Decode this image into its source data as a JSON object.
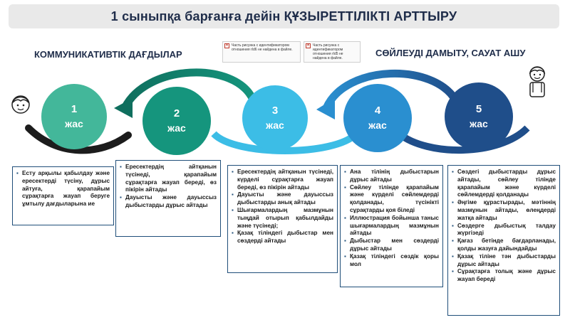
{
  "header": {
    "title": "1 сыныпқа барғанға дейін ҚҰЗЫРЕТТІЛІКТІ  АРТТЫРУ"
  },
  "subtitles": {
    "left": "КОММУНИКАТИВТІК ДАҒДЫЛАР",
    "right": "СӨЙЛЕУДІ ДАМЫТУ, САУАТ АШУ"
  },
  "broken_images": [
    "Часть рисунка с идентификатором отношения rId6 не найдена в файле.",
    "Часть рисунка с идентификатором отношения rId5 не найдена в файле."
  ],
  "stages": [
    {
      "num": "1",
      "unit": "жас",
      "color": "#43b79a"
    },
    {
      "num": "2",
      "unit": "жас",
      "color": "#15957d"
    },
    {
      "num": "3",
      "unit": "жас",
      "color": "#3cbde6"
    },
    {
      "num": "4",
      "unit": "жас",
      "color": "#2a8fd0"
    },
    {
      "num": "5",
      "unit": "жас",
      "color": "#1f4e8a"
    }
  ],
  "boxes": [
    {
      "items": [
        "Есту арқылы қабылдау және ересектерді түсіну, дұрыс айтуға, қарапайым сұрақтарға жауап беруге ұмтылу дағдыларына ие"
      ]
    },
    {
      "items": [
        "Ересектердің айтқанын түсінеді, қарапайым сұрақтарға жауап береді, өз пікірін айтады",
        "Дауысты және дауыссыз дыбыстарды дұрыс айтады"
      ]
    },
    {
      "items": [
        "Ересектердің айтқанын түсінеді, күрделі сұрақтарға жауап береді, өз пікірін айтады",
        "Дауысты және дауыссыз дыбыстарды анық айтады",
        "Шығармалардың мазмұнын тыңдай отырып қабылдайды және түсінеді;",
        "Қазақ тіліндегі дыбыстар мен сөздерді айтады"
      ]
    },
    {
      "items": [
        "Ана тілінің дыбыстарын дұрыс айтады",
        "Сөйлеу тілінде қарапайым және күрделі сөйлемдерді қолданады, түсінікті сұрақтарды қоя біледі",
        "Иллюстрация бойынша таныс шығармалардың мазмұнын айтады",
        "Дыбыстар мен сөздерді дұрыс айтады",
        "Қазақ тіліндегі сөздік қоры мол"
      ]
    },
    {
      "items": [
        "Сөздегі дыбыстарды дұрыс айтады, сөйлеу тілінде қарапайым және күрделі сөйлемдерді қолданады",
        "Әңгіме құрастырады, мәтіннің мазмұнын айтады, өлеңдерді жатқа айтады",
        "Сөздерге дыбыстық талдау жүргізеді",
        "Қағаз бетінде бағдарланады, қолды жазуға дайындайды",
        "Қазақ тіліне тән дыбыстарды дұрыс айтады",
        "Сұрақтарға толық және дұрыс жауап береді"
      ]
    }
  ]
}
